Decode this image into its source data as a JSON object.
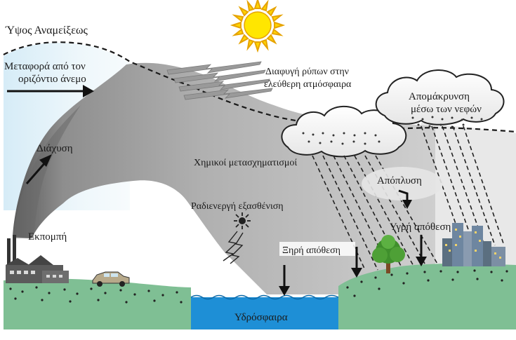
{
  "labels": {
    "mixing_height": "Ύψος Αναμείξεως",
    "wind_transport_line1": "Μεταφορά από τον",
    "wind_transport_line2": "οριζόντιο άνεμο",
    "escape_line1": "Διαφυγή ρύπων στην",
    "escape_line2": "ελεύθερη ατμόσφαιρα",
    "cloud_removal_line1": "Απομάκρυνση",
    "cloud_removal_line2": "μέσω των νεφών",
    "diffusion": "Διάχυση",
    "chemical_transformations": "Χημικοί μετασχηματισμοί",
    "washout": "Απόπλυση",
    "radioactive_decay": "Ραδιενεργή εξασθένιση",
    "emission": "Εκπομπή",
    "wet_deposition": "Υγρή απόθεση",
    "dry_deposition": "Ξηρή απόθεση",
    "hydrosphere": "Υδρόσφαιρα"
  },
  "colors": {
    "sky_left": "#dff0f8",
    "plume": "#b3b3b3",
    "ground": "#7fbf94",
    "water": "#1e8fd6",
    "sun": "#ffe600",
    "cloud": "#ffffff"
  },
  "icons": [
    "sun-icon",
    "factory-icon",
    "car-icon",
    "tree-icon",
    "city-icon",
    "radiation-icon"
  ]
}
